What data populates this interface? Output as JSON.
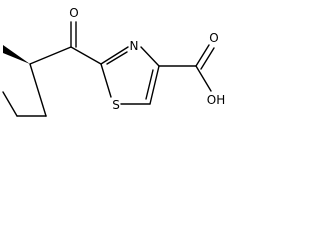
{
  "structure": {
    "atoms": {
      "ketone_oxygen": "O",
      "ring_nitrogen": "N",
      "ring_sulfur": "S",
      "acid_carbonyl_oxygen": "O",
      "acid_hydroxyl": "OH"
    },
    "colors": {
      "bond": "#000000",
      "label": "#000000",
      "background": "#ffffff"
    }
  }
}
